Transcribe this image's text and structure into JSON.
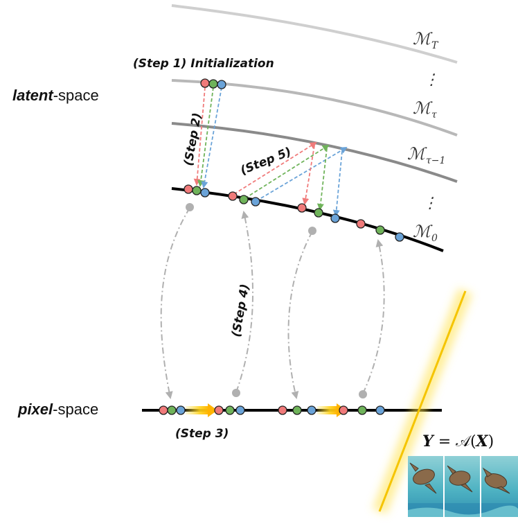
{
  "labels": {
    "latent_space_bold": "latent",
    "latent_space_rest": "-space",
    "pixel_space_bold": "pixel",
    "pixel_space_rest": "-space",
    "step1": "(Step 1) Initialization",
    "step2": "(Step 2)",
    "step3": "(Step 3)",
    "step4": "(Step 4)",
    "step5": "(Step 5)"
  },
  "manifolds": {
    "m_T": {
      "base": "ℳ",
      "sub": "T"
    },
    "m_tau": {
      "base": "ℳ",
      "sub": "τ"
    },
    "m_tau_minus_1": {
      "base": "ℳ",
      "sub": "τ−1"
    },
    "m_0": {
      "base": "ℳ",
      "sub": "0"
    },
    "vdots": "⋮"
  },
  "measurement": {
    "equation_left": "Y",
    "equation_mid": " = 𝒜(",
    "equation_x": "X",
    "equation_right": ")"
  },
  "colors": {
    "red": "#f07a7a",
    "green": "#6fb35a",
    "blue": "#6aa3d8",
    "gray_arrow": "#b0b0b0",
    "highlight": "#ffd21a"
  },
  "icons": [
    "turtle-photo-strip"
  ]
}
